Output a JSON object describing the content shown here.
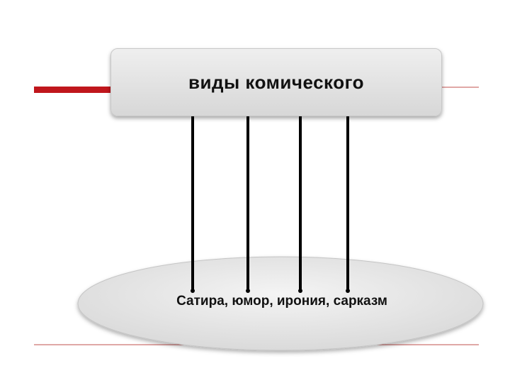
{
  "diagram": {
    "top_node": {
      "label": "виды комического"
    },
    "bottom_node": {
      "label": "Сатира, юмор, ирония, сарказм"
    },
    "connectors": [
      {
        "from": "top_node",
        "to": "bottom_node"
      },
      {
        "from": "top_node",
        "to": "bottom_node"
      },
      {
        "from": "top_node",
        "to": "bottom_node"
      },
      {
        "from": "top_node",
        "to": "bottom_node"
      }
    ]
  },
  "colors": {
    "accent_red": "#c0161c",
    "thin_line_red": "#c0504d",
    "box_fill": "#e0e0e0",
    "text": "#111111"
  }
}
